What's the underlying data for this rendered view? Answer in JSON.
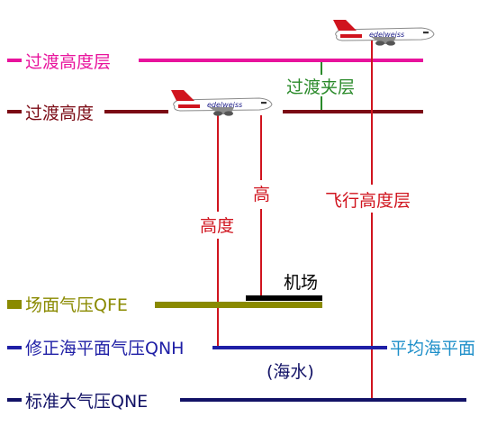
{
  "colors": {
    "magenta": "#e8139c",
    "maroon": "#7b0a14",
    "green": "#2a8a2a",
    "red": "#d0141e",
    "olive": "#8a8a00",
    "black": "#000000",
    "blue": "#1f1fa6",
    "navy": "#121266",
    "cyan": "#1e8fc9"
  },
  "labels": {
    "transition_level": "过渡高度层",
    "transition_altitude": "过渡高度",
    "transition_layer": "过渡夹层",
    "flight_level": "飞行高度层",
    "height": "高",
    "altitude": "高度",
    "airport": "机场",
    "qfe": "场面气压QFE",
    "qnh": "修正海平面气压QNH",
    "msl": "平均海平面",
    "sea": "(海水)",
    "qne": "标准大气压QNE"
  },
  "aircraft": [
    {
      "name": "aircraft-upper",
      "logo_text": "edelweiss"
    },
    {
      "name": "aircraft-lower",
      "logo_text": "edelweiss"
    }
  ]
}
